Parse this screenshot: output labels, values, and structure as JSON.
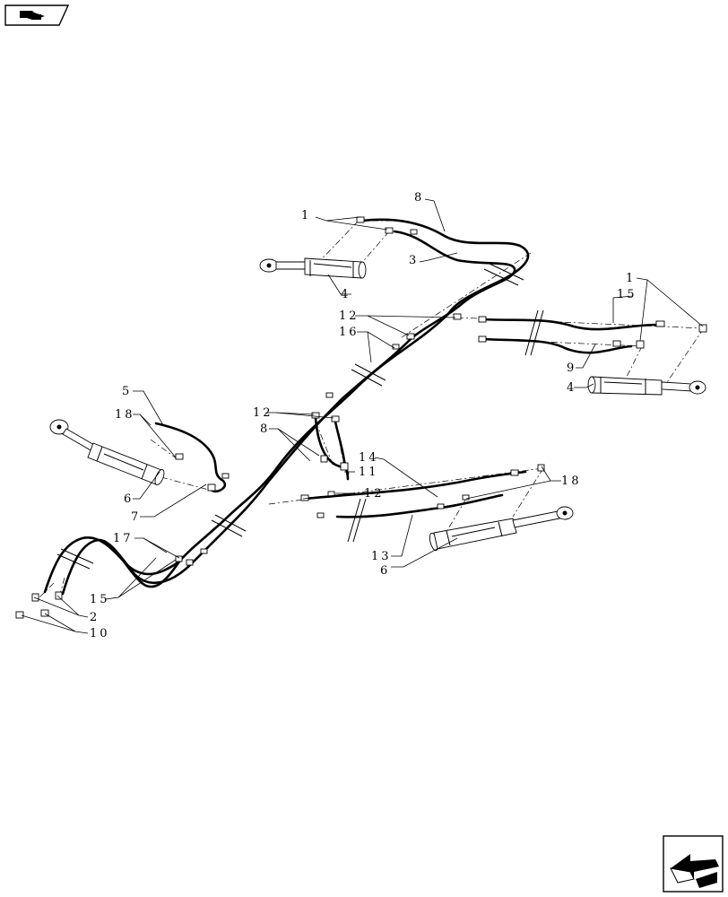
{
  "callouts": {
    "c1_top": "1",
    "c8_top": "8",
    "c3": "3",
    "c4_top": "4",
    "c1_right": "1",
    "c15_right": "15",
    "c12_a": "12",
    "c16": "16",
    "c9": "9",
    "c4_right": "4",
    "c5": "5",
    "c18_left": "18",
    "c12_b": "12",
    "c8_mid": "8",
    "c14": "14",
    "c11": "11",
    "c18_right": "18",
    "c6_left": "6",
    "c7": "7",
    "c12_c": "12",
    "c13": "13",
    "c6_right": "6",
    "c17": "17",
    "c15_left": "15",
    "c2": "2",
    "c10": "10"
  },
  "icons": {
    "top_left": "book-arrow-icon",
    "bottom_right": "prev-arrow-icon"
  }
}
